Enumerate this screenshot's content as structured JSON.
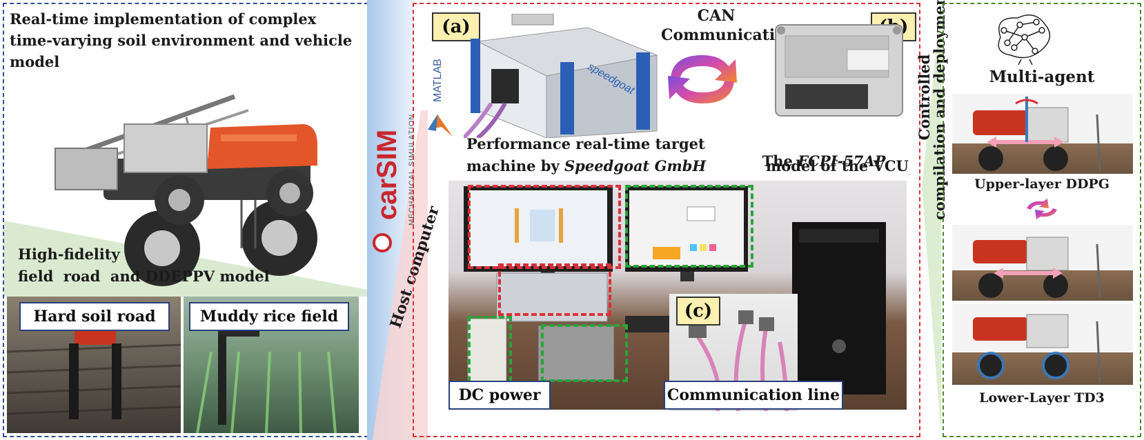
{
  "left_panel": {
    "title": "Real-time implementation of complex time-varying soil environment and vehicle model",
    "fidelity_line1": "High-fidelity",
    "fidelity_line2": "field  road  and DDEPPV model",
    "label_hard": "Hard soil road",
    "label_muddy": "Muddy rice field",
    "border_color": "#2a4fa0"
  },
  "middle": {
    "carsim_logo": "carSIM",
    "carsim_sub": "MECHANICAL SIMULATION",
    "matlab_logo": "MATLAB",
    "host_computer": "Host computer"
  },
  "center_panel": {
    "tag_a": "(a)",
    "tag_b": "(b)",
    "tag_c": "(c)",
    "can_line1": "CAN",
    "can_line2": "Communication",
    "speedgoat_line1": "Performance real-time target",
    "speedgoat_line2_prefix": "machine by ",
    "speedgoat_line2_italic": "Speedgoat GmbH",
    "vcu_line1_prefix": "The ",
    "vcu_line1_italic": "FCPI-57AP",
    "vcu_line2": "model of the VCU",
    "speedgoat_brand": "speedgoat",
    "label_dc": "DC power",
    "label_comm": "Communication line",
    "border_color": "#d9303a"
  },
  "right_panel": {
    "vertical_line1": "Controlled",
    "vertical_line2": "compilation and deployment",
    "multi_agent": "Multi-agent",
    "upper_label": "Upper-layer DDPG",
    "lower_label": "Lower-Layer TD3",
    "border_color": "#4a8a2a"
  }
}
